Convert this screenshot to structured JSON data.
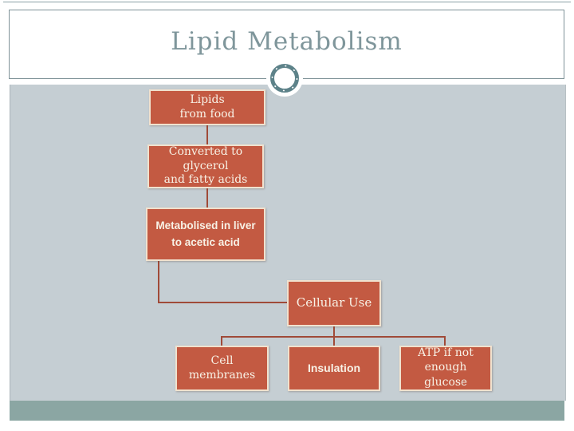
{
  "title": {
    "text": "Lipid Metabolism"
  },
  "theme": {
    "accent_box_fill": "#c35a42",
    "box_border": "#f0e2cf",
    "box_text": "#f8f2e6",
    "connector": "#a04a38",
    "content_background": "#c5ced3",
    "footer_band": "#8ba6a3",
    "title_text": "#7f969b",
    "frame_border": "#7e9297",
    "ornament_ring": "#5d8289"
  },
  "nodes": {
    "lipids": {
      "lines": [
        "Lipids",
        "from food"
      ]
    },
    "converted": {
      "lines": [
        "Converted to",
        "glycerol",
        "and fatty acids"
      ]
    },
    "metabolised": {
      "lines": [
        "Metabolised in liver",
        "to acetic acid"
      ]
    },
    "cellular": {
      "lines": [
        "Cellular Use"
      ]
    },
    "membranes": {
      "lines": [
        "Cell",
        "membranes"
      ]
    },
    "insulation": {
      "lines": [
        "Insulation"
      ]
    },
    "atp": {
      "lines": [
        "ATP if not",
        "enough"
      ],
      "last_line_main": "glucos",
      "last_line_tail": "e"
    }
  },
  "edges": [
    {
      "from": "lipids",
      "to": "converted"
    },
    {
      "from": "converted",
      "to": "metabolised"
    },
    {
      "from": "metabolised",
      "to": "cellular"
    },
    {
      "from": "cellular",
      "to": "membranes"
    },
    {
      "from": "cellular",
      "to": "insulation"
    },
    {
      "from": "cellular",
      "to": "atp"
    }
  ]
}
